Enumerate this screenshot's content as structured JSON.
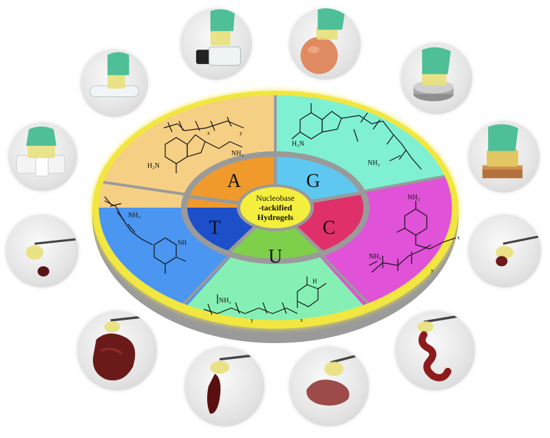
{
  "center": {
    "line1": "Nucleobase",
    "line2": "-tackified",
    "line3": "Hydrogels"
  },
  "letters": [
    "A",
    "G",
    "C",
    "U",
    "T"
  ],
  "colors": {
    "ring_outer": "#f2e640",
    "seg_A_outer": "#f5cf84",
    "seg_G_outer": "#7ff0d2",
    "seg_C_outer": "#e052d8",
    "seg_U_outer": "#86f0b4",
    "seg_T_outer": "#4a96f0",
    "inner_A": "#f09a2c",
    "inner_G": "#5ec8f0",
    "inner_C": "#e0306a",
    "inner_U": "#7ed04a",
    "inner_T": "#1c4fc8",
    "center": "#f4ee3c",
    "base_grey": "#9a9a9a",
    "glove": "#4fbf97",
    "gel": "#e8e07a",
    "tissue": "#6b1a1a"
  },
  "chemistry": {
    "adenine": {
      "amine": "H₂N",
      "amide": "NH₂",
      "x": "x",
      "y": "y"
    },
    "guanine": {
      "amine": "H₂N",
      "amide": "NH₂"
    },
    "cytosine": {
      "amine": "NH₂",
      "amide": "NH₂",
      "x": "x",
      "y": "y"
    },
    "uracil": {
      "amide": "NH₂",
      "nh": "H",
      "y": "y",
      "x": "x"
    },
    "thymine": {
      "amide": "NH₂",
      "nh": "NH"
    }
  },
  "photos": [
    {
      "name": "photo-pvc-pipe",
      "icon": "pipe-icon"
    },
    {
      "name": "photo-glass-tube",
      "icon": "glass-tube-icon"
    },
    {
      "name": "photo-glass-vial",
      "icon": "vial-icon"
    },
    {
      "name": "photo-rubber-ball",
      "icon": "ball-icon"
    },
    {
      "name": "photo-metal-disc",
      "icon": "metal-disc-icon"
    },
    {
      "name": "photo-wood-block",
      "icon": "wood-block-icon"
    },
    {
      "name": "photo-small-organ-left",
      "icon": "tissue-icon"
    },
    {
      "name": "photo-liver",
      "icon": "liver-icon"
    },
    {
      "name": "photo-spleen",
      "icon": "spleen-icon"
    },
    {
      "name": "photo-kidney",
      "icon": "kidney-icon"
    },
    {
      "name": "photo-intestine",
      "icon": "intestine-icon"
    },
    {
      "name": "photo-small-organ-right",
      "icon": "tissue-icon"
    }
  ]
}
